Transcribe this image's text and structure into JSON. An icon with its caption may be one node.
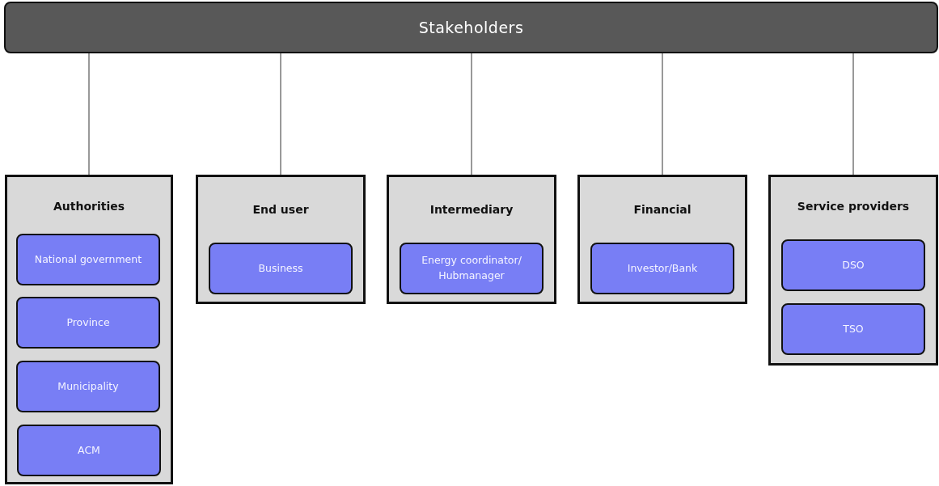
{
  "diagram": {
    "nodes": [
      {
        "text": [
          "Stakeholders"
        ]
      },
      {
        "text": [
          "Authorities"
        ]
      },
      {
        "text": [
          "National government"
        ],
        "in": 1
      },
      {
        "text": [
          "Province"
        ],
        "in": 1
      },
      {
        "text": [
          "Municipality"
        ],
        "in": 1
      },
      {
        "text": [
          "ACM"
        ],
        "in": 1
      },
      {
        "text": [
          "End user"
        ]
      },
      {
        "text": [
          "Business"
        ],
        "in": 6
      },
      {
        "text": [
          "Intermediary"
        ]
      },
      {
        "text": [
          "Energy coordinator/ Hubmanager"
        ],
        "in": 8
      },
      {
        "text": [
          "Financial"
        ]
      },
      {
        "text": [
          "Investor/Bank"
        ],
        "in": 10
      },
      {
        "text": [
          "Service providers"
        ]
      },
      {
        "text": [
          "DSO"
        ],
        "in": 12
      },
      {
        "text": [
          "TSO"
        ],
        "in": 12
      }
    ],
    "edges": [
      {
        "from": 0,
        "to": 1,
        "arrow": "none"
      },
      {
        "from": 0,
        "to": 6,
        "arrow": "none"
      },
      {
        "from": 0,
        "to": 8,
        "arrow": "none"
      },
      {
        "from": 0,
        "to": 10,
        "arrow": "none"
      },
      {
        "from": 0,
        "to": 12,
        "arrow": "none"
      }
    ]
  }
}
